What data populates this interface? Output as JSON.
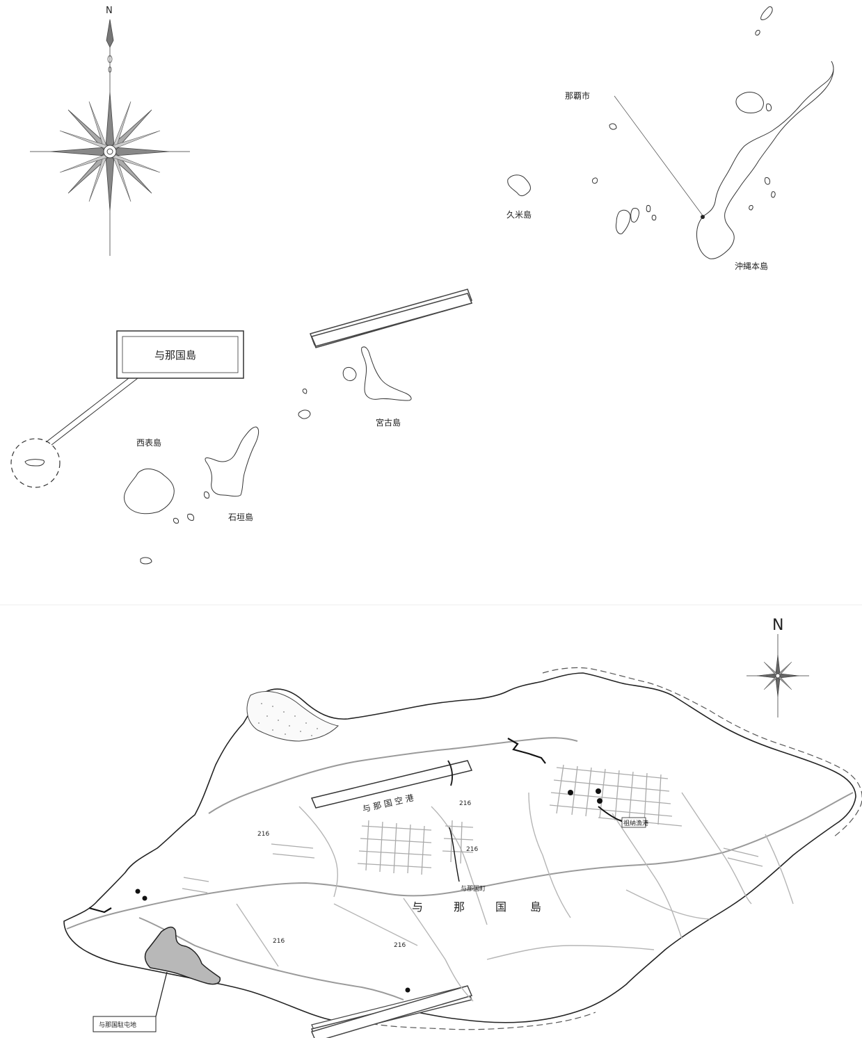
{
  "top_map": {
    "north_label": "N",
    "places": {
      "naha": "那覇市",
      "okinawa_main": "沖縄本島",
      "kume": "久米島",
      "miyako": "宮古島",
      "iriomote": "西表島",
      "ishigaki": "石垣島"
    },
    "callout": "与那国島"
  },
  "bottom_map": {
    "north_label": "N",
    "island_name": [
      "与",
      "那",
      "国",
      "島"
    ],
    "town_label": "与那国町",
    "airport_label": "与 那 国 空 港",
    "office_label": "祖納漁港",
    "route_number": "216",
    "garrison_callout": "与那国駐屯地"
  },
  "colors": {
    "coastline": "#333333",
    "roads": "#9a9a9a",
    "garrison_fill": "#b8b8b8",
    "background": "#ffffff"
  }
}
